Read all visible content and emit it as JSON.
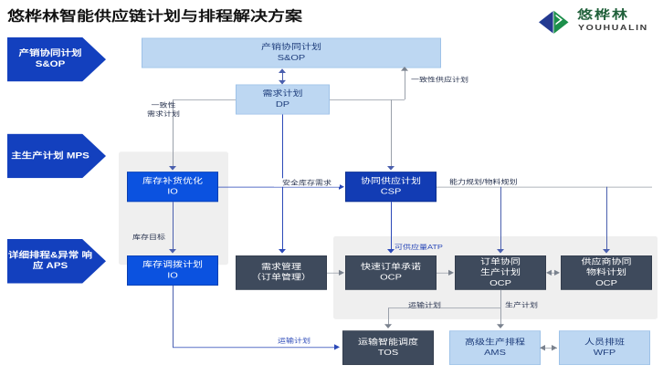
{
  "page": {
    "title": "悠桦林智能供应链计划与排程解决方案",
    "background": "#ffffff"
  },
  "logo": {
    "mark_name": "youhualin-diamond-logo",
    "chinese": "悠桦林",
    "english": "YOUHUALIN",
    "colors": {
      "blue": "#1F3A93",
      "green": "#1C8F4B",
      "text_green": "#20603a"
    }
  },
  "colors": {
    "band_blue": "#1340BE",
    "light_blue": "#BDD7F2",
    "bright_blue": "#0B52E0",
    "deep_blue": "#123CB4",
    "slate": "#3E4A5C",
    "group_gray": "#EFEFEF",
    "line_blue": "#4A5FAE",
    "line_gray": "#9AA0AA"
  },
  "bands": [
    {
      "label": "产销协同计划\nS&OP"
    },
    {
      "label": "主生产计划\nMPS"
    },
    {
      "label": "详细排程&异常\n响应 APS"
    }
  ],
  "nodes": {
    "sop": {
      "label": "产销协同计划\nS&OP",
      "style": "light-blue"
    },
    "dp": {
      "label": "需求计划\nDP",
      "style": "light-blue"
    },
    "io_replen": {
      "label": "库存补货优化\nIO",
      "style": "bright-blue"
    },
    "io_alloc": {
      "label": "库存调拨计划\nIO",
      "style": "bright-blue"
    },
    "csp": {
      "label": "协同供应计划\nCSP",
      "style": "deep-blue"
    },
    "demand_mgmt": {
      "label": "需求管理\n（订单管理）",
      "style": "slate"
    },
    "ocp_order": {
      "label": "快速订单承诺\nOCP",
      "style": "slate"
    },
    "ocp_prod": {
      "label": "订单协同\n生产计划\nOCP",
      "style": "slate"
    },
    "ocp_supplier": {
      "label": "供应商协同\n物料计划\nOCP",
      "style": "slate"
    },
    "tos": {
      "label": "运输智能调度\nTOS",
      "style": "slate"
    },
    "ams": {
      "label": "高级生产排程\nAMS",
      "style": "light-blue"
    },
    "wfp": {
      "label": "人员排班\nWFP",
      "style": "light-blue"
    }
  },
  "edge_labels": {
    "consistent_demand": "一致性\n需求计划",
    "consistent_supply": "一致性供应计划",
    "safety_stock": "安全库存需求",
    "inventory_target": "库存目标",
    "capacity_material": "能力规划/物料规划",
    "atp": "可供应量ATP",
    "transport_plan_top": "运输计划",
    "production_plan": "生产计划",
    "transport_plan_left": "运输计划"
  }
}
